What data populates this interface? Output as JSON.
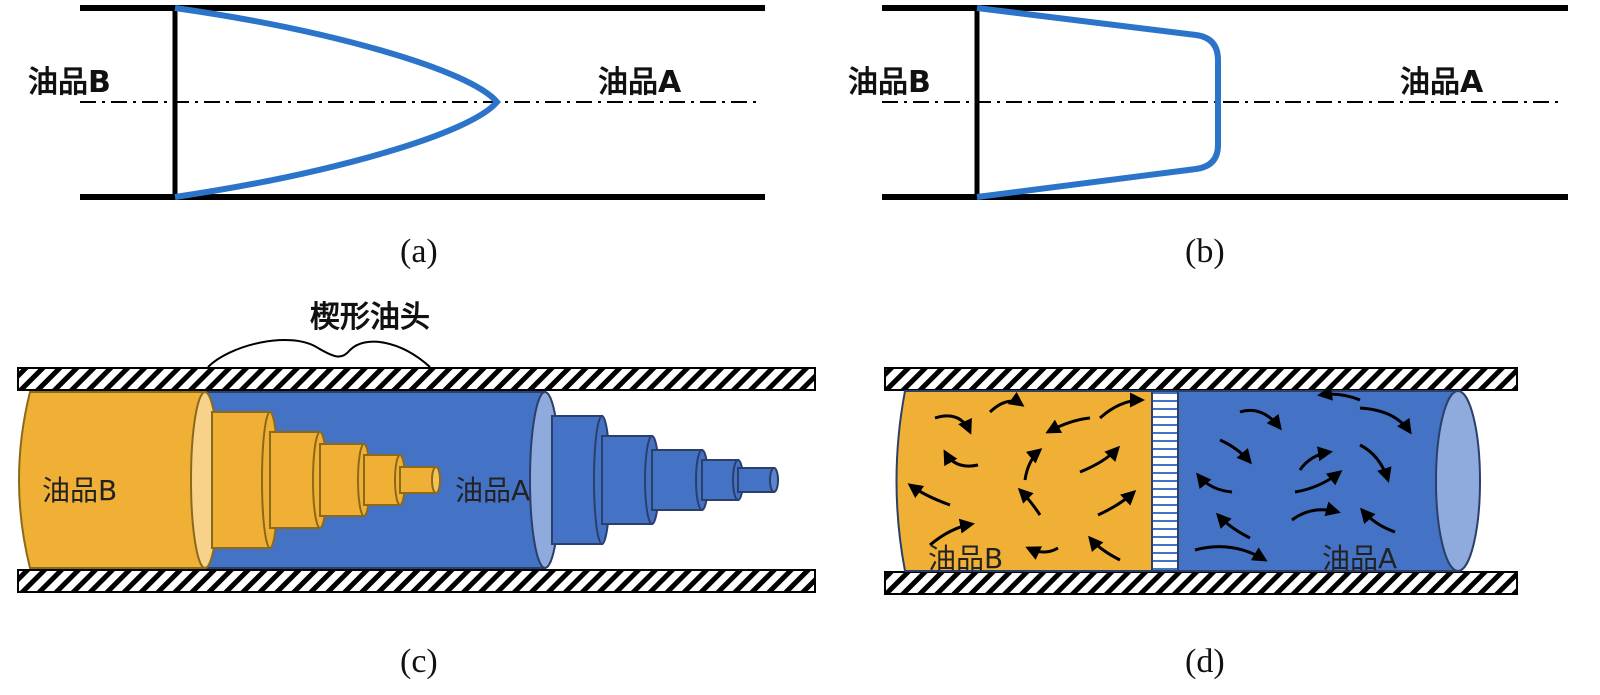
{
  "panels": {
    "a": {
      "caption": "(a)",
      "label_left": "油品B",
      "label_right": "油品A"
    },
    "b": {
      "caption": "(b)",
      "label_left": "油品B",
      "label_right": "油品A"
    },
    "c": {
      "caption": "(c)",
      "label_left": "油品B",
      "label_right": "油品A",
      "annotation": "楔形油头"
    },
    "d": {
      "caption": "(d)",
      "label_left": "油品B",
      "label_right": "油品A"
    }
  },
  "colors": {
    "profile_line": "#2b74c9",
    "oil_b_fill": "#f0b035",
    "oil_a_fill": "#4472c4",
    "pipe_stroke": "#000000"
  }
}
